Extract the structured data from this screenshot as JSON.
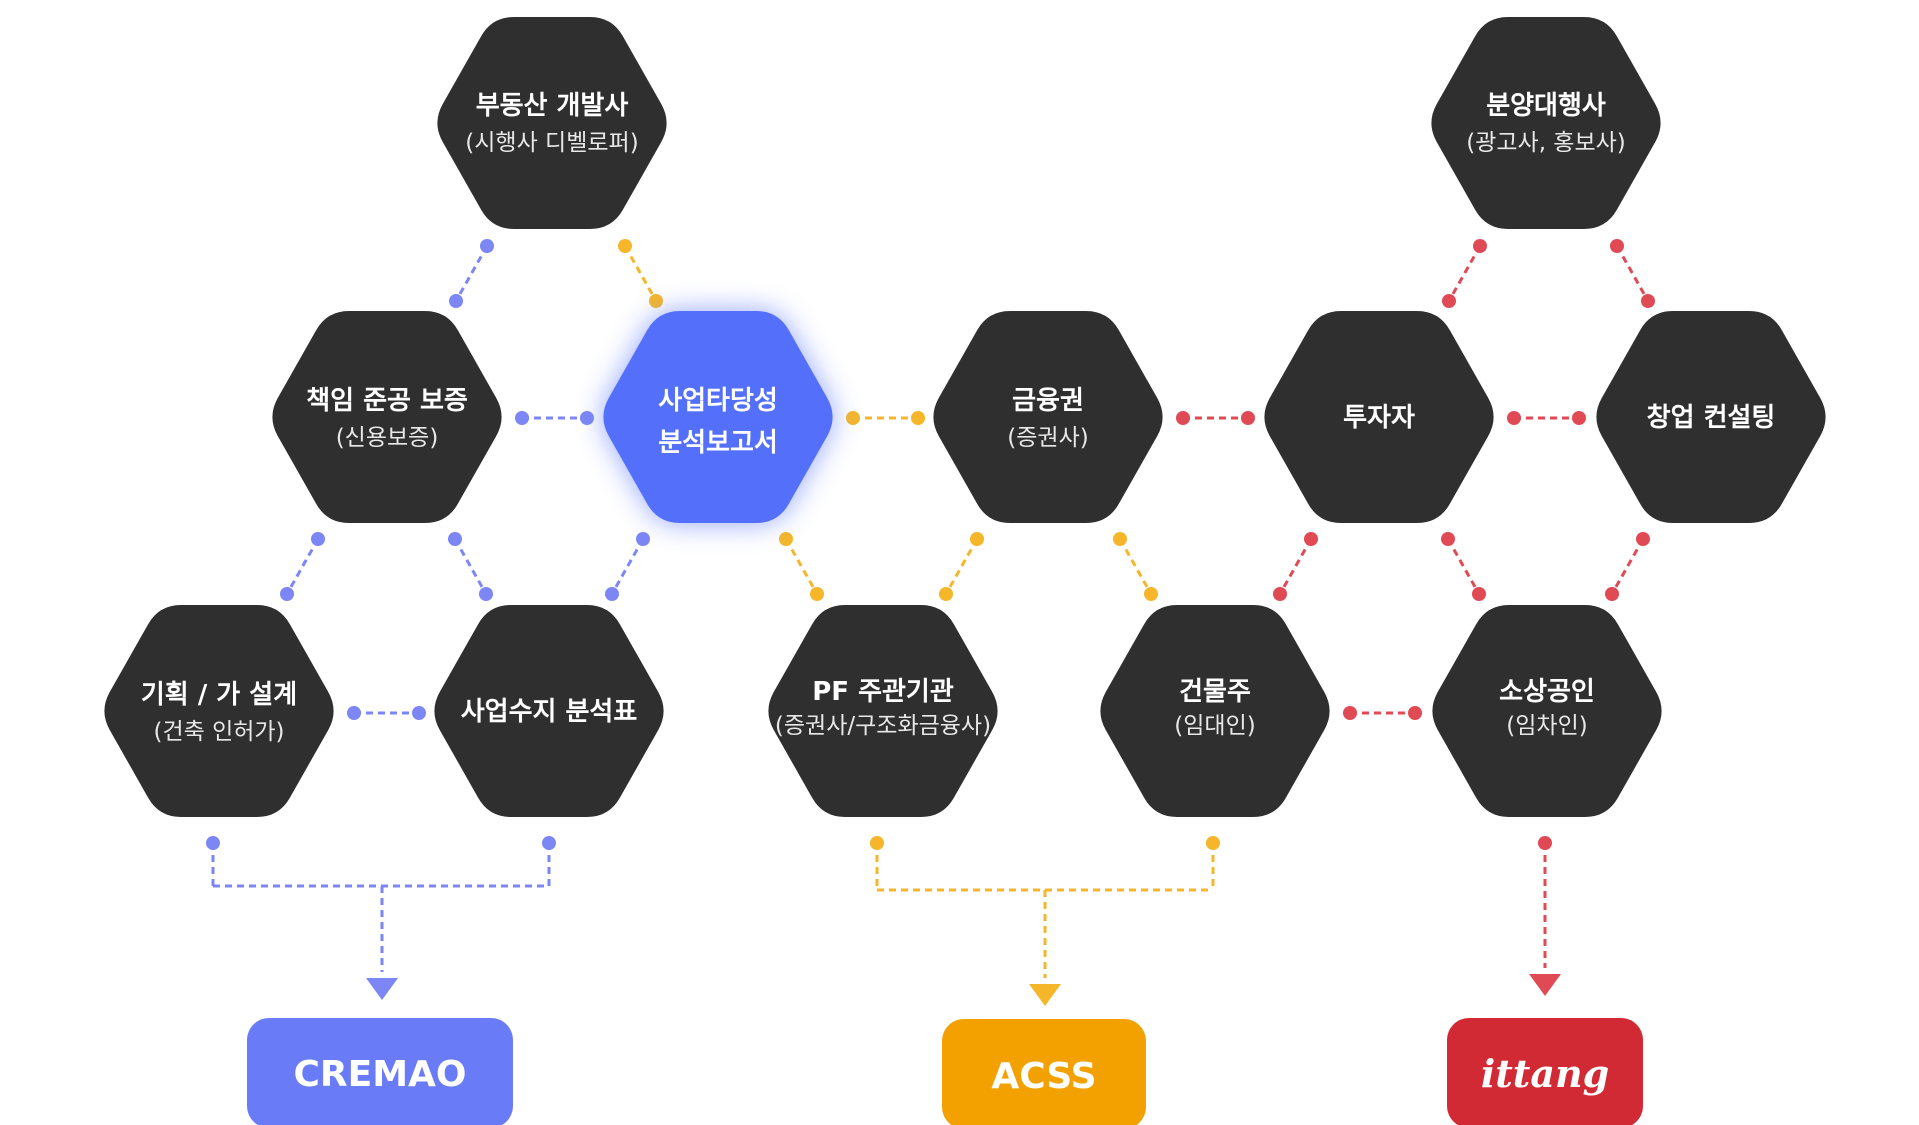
{
  "colors": {
    "hex_dark": "#2f2f30",
    "hex_highlight": "#5470fb",
    "purple": "#7c86f5",
    "yellow": "#f5b62a",
    "red": "#e04a55",
    "cremao_bg": "#6a7bf7",
    "acss_bg": "#f2a100",
    "ittang_bg": "#d22a34"
  },
  "nodes": {
    "developer": {
      "title": "부동산 개발사",
      "subtitle": "(시행사 디벨로퍼)"
    },
    "agency": {
      "title": "분양대행사",
      "subtitle": "(광고사, 홍보사)"
    },
    "guarantee": {
      "title": "책임 준공 보증",
      "subtitle": "(신용보증)"
    },
    "report": {
      "title": "사업타당성",
      "subtitle": "분석보고서"
    },
    "finance": {
      "title": "금융권",
      "subtitle": "(증권사)"
    },
    "investor": {
      "title": "투자자",
      "subtitle": ""
    },
    "consulting": {
      "title": "창업 컨설팅",
      "subtitle": ""
    },
    "planning": {
      "title": "기획 / 가 설계",
      "subtitle": "(건축 인허가)"
    },
    "balance": {
      "title": "사업수지 분석표",
      "subtitle": ""
    },
    "pf": {
      "title": "PF 주관기관",
      "subtitle": "(증권사/구조화금융사)"
    },
    "owner": {
      "title": "건물주",
      "subtitle": "(임대인)"
    },
    "merchant": {
      "title": "소상공인",
      "subtitle": "(임차인)"
    }
  },
  "brands": {
    "cremao": "CREMAO",
    "acss": "ACSS",
    "ittang": "ittang"
  },
  "icons": {
    "arrow": "down-arrow-icon",
    "dot": "connector-dot"
  }
}
